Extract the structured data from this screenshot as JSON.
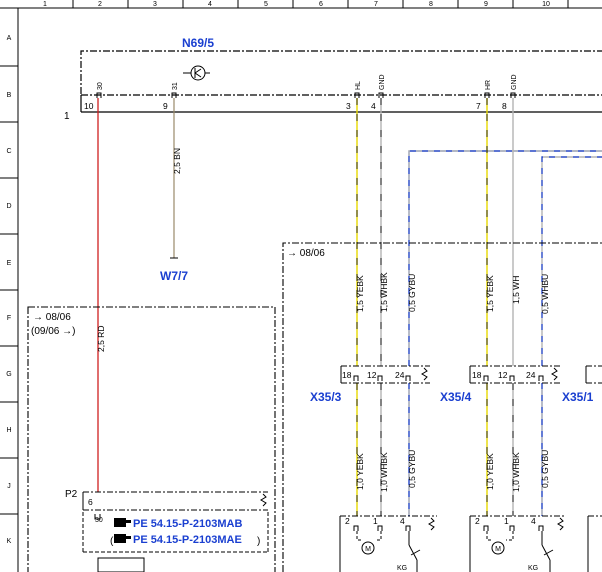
{
  "ruler": {
    "cols": [
      "1",
      "2",
      "3",
      "4",
      "5",
      "6",
      "7",
      "8",
      "9",
      "10"
    ],
    "rows": [
      "A",
      "B",
      "C",
      "D",
      "E",
      "F",
      "G",
      "H",
      "J",
      "K"
    ]
  },
  "module": {
    "name": "N69/5",
    "line_number": "1",
    "pin_names": [
      "30",
      "31",
      "HL",
      "GND",
      "HR",
      "GND"
    ],
    "pin_numbers": [
      "10",
      "9",
      "3",
      "4",
      "7",
      "8"
    ]
  },
  "wires": {
    "w_2_5_rd": "2,5 RD",
    "w_2_5_bn": "2,5 BN",
    "w_1_5_yebk_l": "1,5 YEBK",
    "w_1_5_whbk": "1,5 WHBK",
    "w_0_5_gybu_l": "0,5 GYBU",
    "w_1_5_yebk_r": "1,5 YEBK",
    "w_1_5_wh": "1,5 WH",
    "w_0_5_whbu": "0,5 WHBU",
    "w_1_0_yebk_l": "1,0 YEBK",
    "w_1_0_whbk": "1,0 WHBK",
    "w_0_5_gybu_l2": "0,5 GYBU",
    "w_1_0_yebk_r": "1,0 YEBK",
    "w_1_0_whbk_r": "1,0 WHBK",
    "w_0_5_gybu_r": "0,5 GYBU"
  },
  "ground_ref": "W7/7",
  "version_notes": {
    "main": "→ 08/06",
    "left": "→ 08/06",
    "left_paren": "(09/06 →)"
  },
  "connectors": {
    "x35_3": {
      "name": "X35/3",
      "pins": [
        "18",
        "12",
        "24"
      ]
    },
    "x35_4": {
      "name": "X35/4",
      "pins": [
        "18",
        "12",
        "24"
      ]
    },
    "x35_1": {
      "name": "X35/1"
    }
  },
  "p2": {
    "name": "P2",
    "pins": [
      "6",
      "30"
    ],
    "refs": [
      "PE 54.15-P-2103MAB",
      "PE 54.15-P-2103MAE"
    ],
    "ref_paren_open": "(",
    "ref_paren_close": ")"
  },
  "motors": {
    "left_pins": [
      "2",
      "1",
      "4"
    ],
    "right_pins": [
      "2",
      "1",
      "4"
    ],
    "switch_label": "KG"
  },
  "colors": {
    "rd": "#d02020",
    "bn": "#9a8a6a",
    "ye": "#e6d800",
    "wh": "#b4b4b4",
    "blue": "#1a3fd0"
  }
}
